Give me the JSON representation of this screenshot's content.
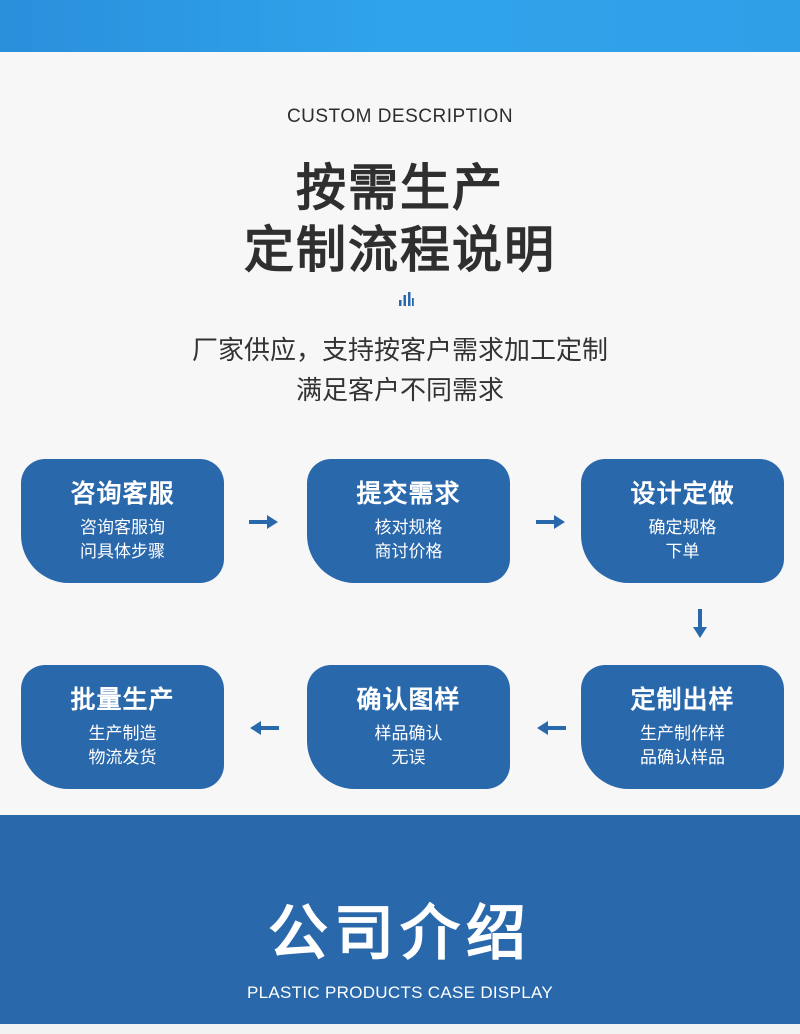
{
  "header": {
    "eyebrow": "CUSTOM DESCRIPTION",
    "title_line_1": "按需生产",
    "title_line_2": "定制流程说明",
    "icon": "bar-chart-icon",
    "subtitle_line_1": "厂家供应，支持按客户需求加工定制",
    "subtitle_line_2": "满足客户不同需求"
  },
  "colors": {
    "step_bg": "#2a68ac",
    "arrow": "#2a68ac",
    "top_bar": "#2f9fe8",
    "bottom_bg": "#2a68ac"
  },
  "steps": [
    {
      "title": "咨询客服",
      "desc_1": "咨询客服询",
      "desc_2": "问具体步骤"
    },
    {
      "title": "提交需求",
      "desc_1": "核对规格",
      "desc_2": "商讨价格"
    },
    {
      "title": "设计定做",
      "desc_1": "确定规格",
      "desc_2": "下单"
    },
    {
      "title": "定制出样",
      "desc_1": "生产制作样",
      "desc_2": "品确认样品"
    },
    {
      "title": "确认图样",
      "desc_1": "样品确认",
      "desc_2": "无误"
    },
    {
      "title": "批量生产",
      "desc_1": "生产制造",
      "desc_2": "物流发货"
    }
  ],
  "footer": {
    "title": "公司介绍",
    "subtitle": "PLASTIC PRODUCTS CASE DISPLAY"
  }
}
